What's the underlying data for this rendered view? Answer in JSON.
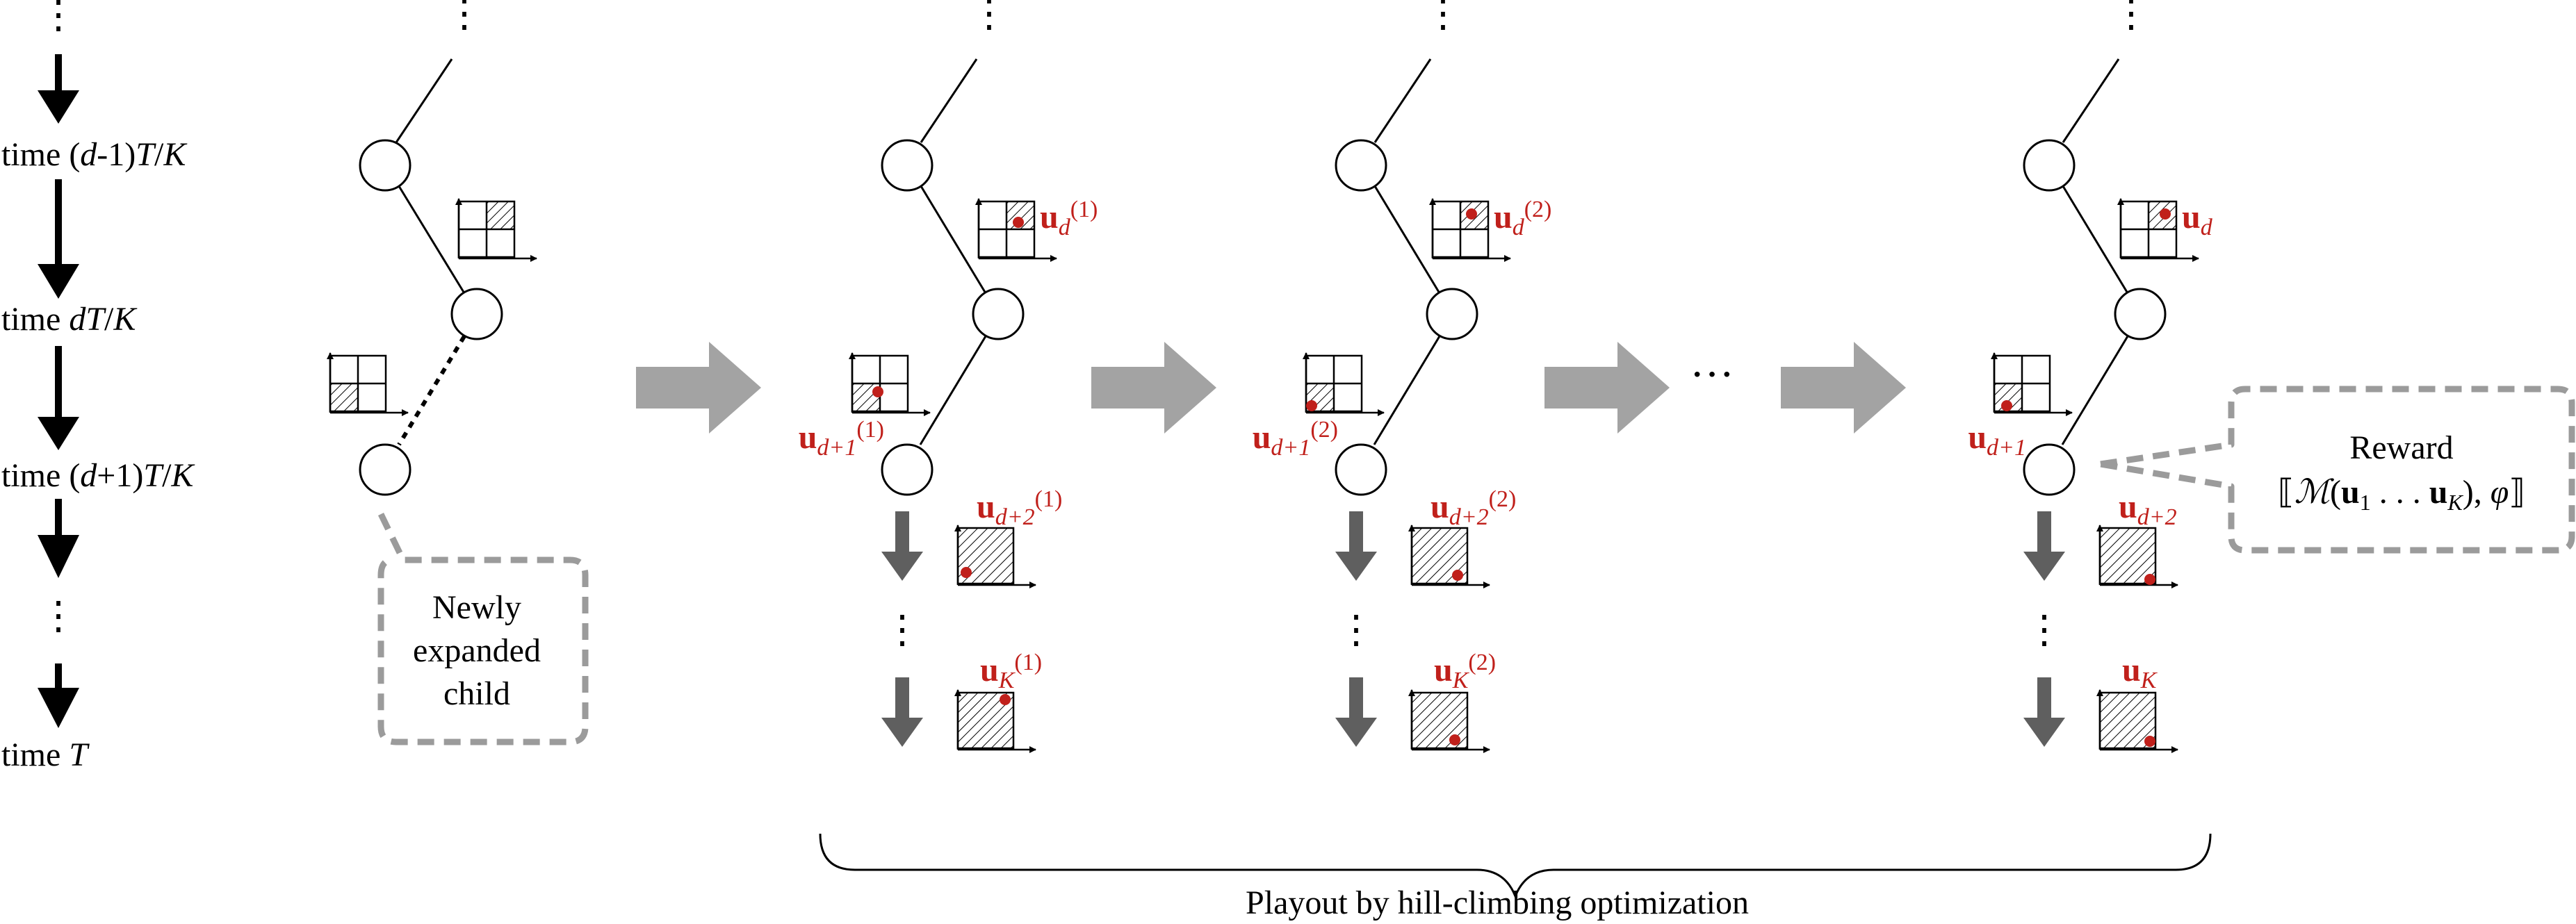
{
  "timeline": {
    "labels": [
      {
        "prefix": "time (",
        "var": "d",
        "suffix": "-1)",
        "var2": "T",
        "slash": "/",
        "var3": "K"
      },
      {
        "prefix": "time ",
        "var": "dT",
        "suffix": "",
        "var2": "",
        "slash": "/",
        "var3": "K"
      },
      {
        "prefix": "time (",
        "var": "d",
        "suffix": "+1)",
        "var2": "T",
        "slash": "/",
        "var3": "K"
      },
      {
        "prefix": "time ",
        "var": "T",
        "suffix": "",
        "var2": "",
        "slash": "",
        "var3": ""
      }
    ],
    "ellipsis": "⋮"
  },
  "callout_new_child": {
    "lines": [
      "Newly",
      "expanded",
      "child"
    ]
  },
  "callout_reward": {
    "title": "Reward",
    "formula_open": "⟦",
    "formula_M": "ℳ",
    "formula_paren": "(",
    "formula_u1": "u",
    "formula_sub1": "1",
    "formula_dots": " . . . ",
    "formula_uK": "u",
    "formula_subK": "K",
    "formula_close": "), ",
    "formula_phi": "φ",
    "formula_end": "⟧"
  },
  "stages": [
    {
      "u_d": {
        "base": "u",
        "sub": "d",
        "sup": "(1)"
      },
      "u_d1": {
        "base": "u",
        "sub": "d+1",
        "sup": "(1)"
      },
      "u_d2": {
        "base": "u",
        "sub": "d+2",
        "sup": "(1)"
      },
      "u_K": {
        "base": "u",
        "sub": "K",
        "sup": "(1)"
      }
    },
    {
      "u_d": {
        "base": "u",
        "sub": "d",
        "sup": "(2)"
      },
      "u_d1": {
        "base": "u",
        "sub": "d+1",
        "sup": "(2)"
      },
      "u_d2": {
        "base": "u",
        "sub": "d+2",
        "sup": "(2)"
      },
      "u_K": {
        "base": "u",
        "sub": "K",
        "sup": "(2)"
      }
    },
    {
      "u_d": {
        "base": "u",
        "sub": "d",
        "sup": ""
      },
      "u_d1": {
        "base": "u",
        "sub": "d+1",
        "sup": ""
      },
      "u_d2": {
        "base": "u",
        "sub": "d+2",
        "sup": ""
      },
      "u_K": {
        "base": "u",
        "sub": "K",
        "sup": ""
      }
    }
  ],
  "between_ellipsis": "···",
  "brace_label": "Playout by hill-climbing optimization",
  "colors": {
    "accent_red": "#c0201b",
    "arrow_gray": "#a3a3a3",
    "down_arrow_gray": "#5f5f5f",
    "dash_gray": "#9b9b9b"
  }
}
